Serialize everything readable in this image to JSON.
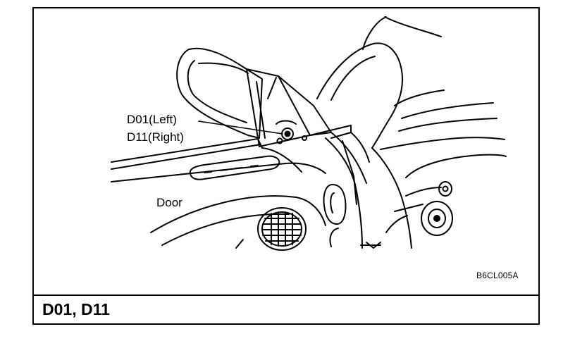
{
  "diagram": {
    "callouts": {
      "left": "D01(Left)",
      "right": "D11(Right)",
      "door": "Door"
    },
    "figure_code": "B6CL005A",
    "caption": "D01, D11"
  }
}
